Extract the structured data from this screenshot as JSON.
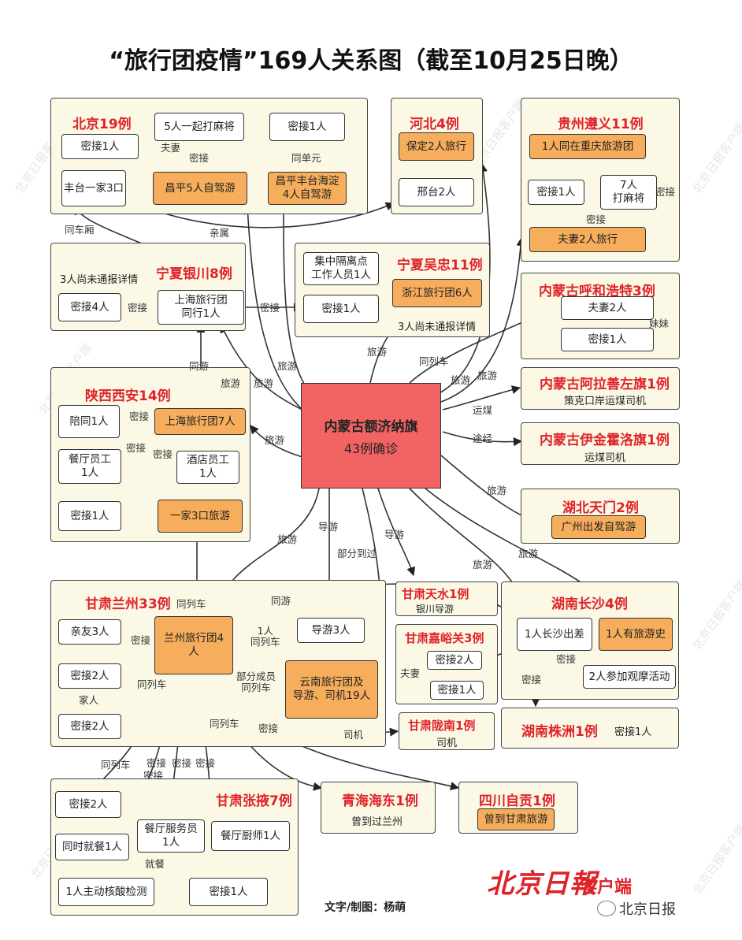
{
  "title": "“旅行团疫情”169人关系图（截至10月25日晚）",
  "center": {
    "name": "内蒙古额济纳旗",
    "count": "43例确诊"
  },
  "panels": {
    "beijing": "北京19例",
    "hebei": "河北4例",
    "guizhou": "贵州遵义11例",
    "ningxia_yc": "宁夏银川8例",
    "ningxia_wz": "宁夏吴忠11例",
    "hohhot": "内蒙古呼和浩特3例",
    "alxa": "内蒙古阿拉善左旗1例",
    "ejin": "内蒙古伊金霍洛旗1例",
    "xian": "陕西西安14例",
    "tianmen": "湖北天门2例",
    "lanzhou": "甘肃兰州33例",
    "tianshui": "甘肃天水1例",
    "jiayuguan": "甘肃嘉峪关3例",
    "changsha": "湖南长沙4例",
    "longnan": "甘肃陇南1例",
    "zhuzhou": "湖南株洲1例",
    "zhangye": "甘肃张掖7例",
    "haidong": "青海海东1例",
    "zigong": "四川自贡1例"
  },
  "subs": {
    "alxa": "策克口岸运煤司机",
    "ejin": "运煤司机",
    "tianshui": "银川导游",
    "longnan": "司机",
    "zhuzhou": "密接1人",
    "haidong": "曾到过兰州",
    "ningxia_yc_note": "3人尚未通报详情",
    "ningxia_wz_note": "3人尚未通报详情"
  },
  "boxes": {
    "bj_mj1": "密接1人",
    "bj_mahjong": "5人一起打麻将",
    "bj_mj2": "密接1人",
    "bj_fengtai": "丰台一家3口",
    "bj_changping": "昌平5人自驾游",
    "bj_haidian": "昌平丰台海淀\n4人自驾游",
    "hb_baoding": "保定2人旅行",
    "hb_xingtai": "邢台2人",
    "gz_tour": "1人同在重庆旅游团",
    "gz_mj": "密接1人",
    "gz_mahjong": "7人\n打麻将",
    "gz_couple": "夫妻2人旅行",
    "nx_mj4": "密接4人",
    "nx_shanghai": "上海旅行团\n同行1人",
    "wz_isolation": "集中隔离点\n工作人员1人",
    "wz_zhejiang": "浙江旅行团6人",
    "wz_mj": "密接1人",
    "hh_couple": "夫妻2人",
    "hh_mj": "密接1人",
    "xa_pei": "陪同1人",
    "xa_shanghai": "上海旅行团7人",
    "xa_canting": "餐厅员工\n1人",
    "xa_hotel": "酒店员工\n1人",
    "xa_mj": "密接1人",
    "xa_family": "一家3口旅游",
    "tm_guangzhou": "广州出发自驾游",
    "lz_relatives": "亲友3人",
    "lz_group": "兰州旅行团4\n人",
    "lz_guides": "导游3人",
    "lz_mj2a": "密接2人",
    "lz_mj2b": "密接2人",
    "lz_yunnan": "云南旅行团及\n导游、司机19人",
    "jy_mj2": "密接2人",
    "jy_mj1": "密接1人",
    "cs_chuchai": "1人长沙出差",
    "cs_tour": "1人有旅游史",
    "cs_massage": "2人参加观摩活动",
    "zy_mj2": "密接2人",
    "zy_diner": "同时就餐1人",
    "zy_server": "餐厅服务员\n1人",
    "zy_chef": "餐厅厨师1人",
    "zy_test": "1人主动核酸检测",
    "zy_mj1": "密接1人",
    "zg_gansu": "曾到甘肃旅游"
  },
  "edge_labels": {
    "fuqi": "夫妻",
    "mijie": "密接",
    "tongdanyuan": "同单元",
    "qinshu": "亲属",
    "tongchexiang": "同车厢",
    "tongyou": "同游",
    "lvyou": "旅游",
    "tongliche": "同列车",
    "meimei": "妹妹",
    "yunmei": "运煤",
    "tujing": "途经",
    "daoyou": "导游",
    "bufendaoguo": "部分到过",
    "yiren_tongliche": "1人\n同列车",
    "bufenchengyuan": "部分成员\n同列车",
    "jiaren": "家人",
    "siji": "司机",
    "jiucan": "就餐"
  },
  "credit": "文字/制图：杨萌",
  "brand": {
    "logo": "北京日報",
    "logo_suffix": "客户端",
    "wechat": "北京日报"
  }
}
